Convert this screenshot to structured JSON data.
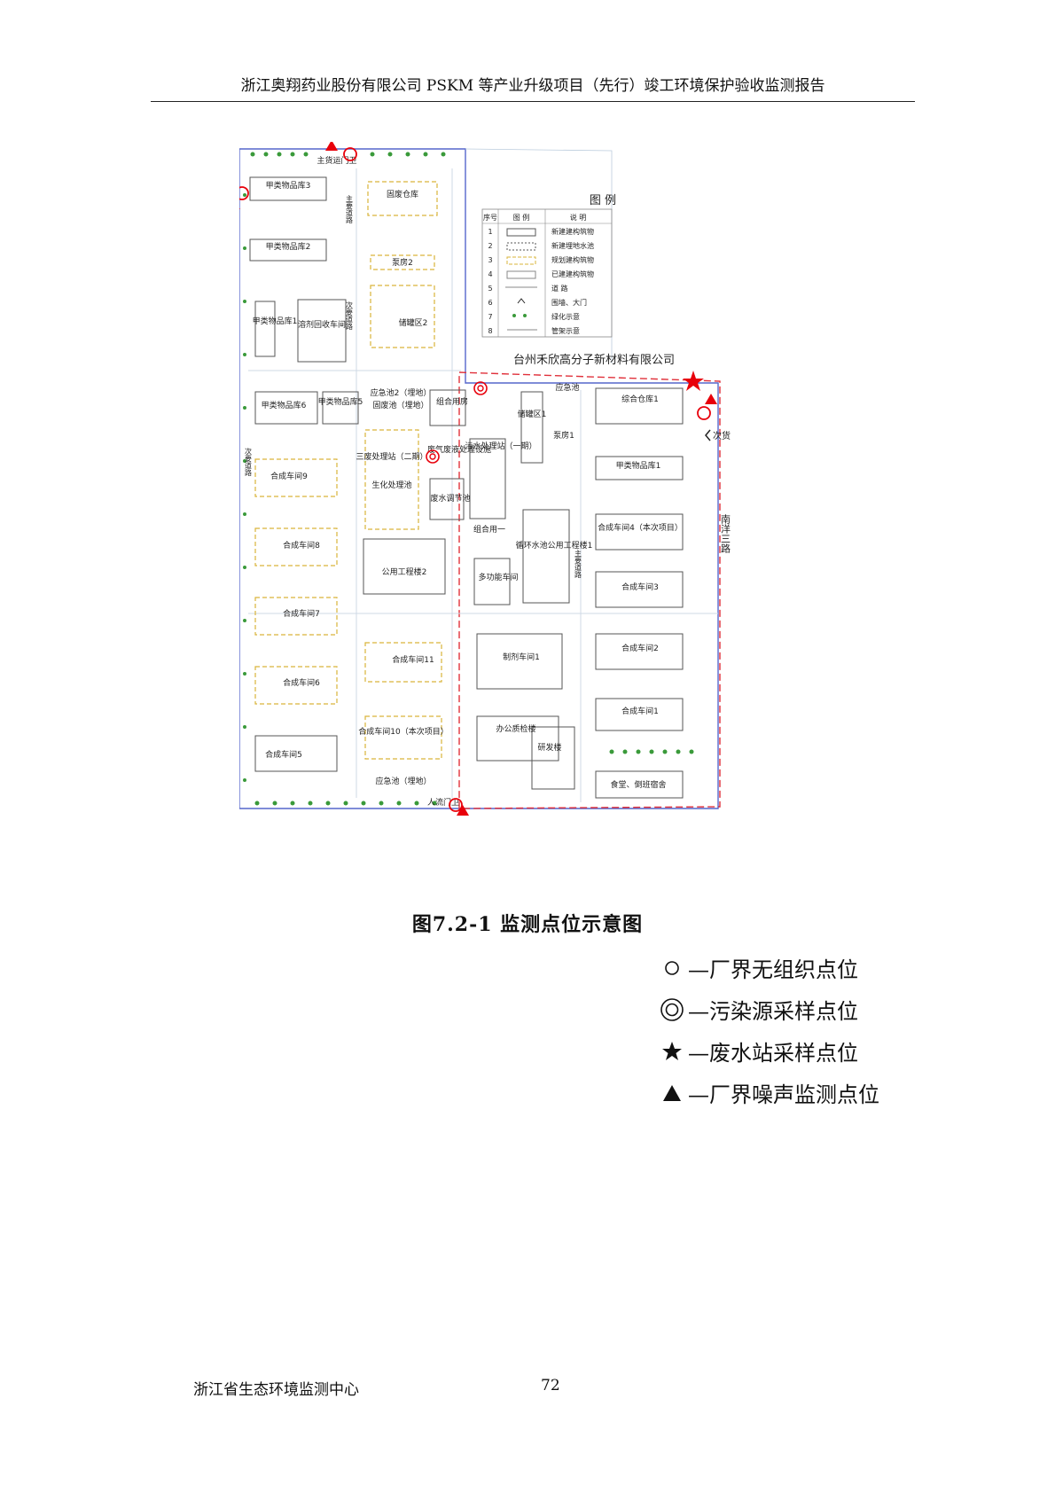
{
  "header": {
    "title": "浙江奥翔药业股份有限公司 PSKM 等产业升级项目（先行）竣工环境保护验收监测报告"
  },
  "plan": {
    "neighbor_company": "台州禾欣高分子新材料有限公司",
    "road_right": "南洋三路",
    "secondary_gate": "次货",
    "buildings": {
      "b1": "甲类物品库3",
      "b2": "固废仓库",
      "b3": "甲类物品库2",
      "b4": "泵房2",
      "b5": "甲类物品库1",
      "b6": "溶剂回收车间",
      "b7": "储罐区2",
      "b8": "甲类物品库6",
      "b9": "甲类物品库5",
      "b10": "应急池2（埋地）",
      "b11": "固废池（埋地）",
      "b12": "组合用房",
      "b13": "三废处理站（二期）",
      "b14": "生化处理池",
      "b15": "废水调节池",
      "b16": "合成车间9",
      "b17": "合成车间8",
      "b18": "公用工程楼2",
      "b19": "合成车间7",
      "b20": "合成车间11",
      "b21": "合成车间6",
      "b22": "合成车间10（本次项目）",
      "b23": "合成车间5",
      "b24": "应急池（埋地）",
      "b25": "废气废液处理设施",
      "b26": "污水处理站（一期）",
      "b27": "储罐区1",
      "b28": "应急池",
      "b29": "泵房1",
      "b30": "综合仓库1",
      "b31": "甲类物品库1",
      "b32": "合成车间4（本次项目）",
      "b33": "循环水池公用工程楼1",
      "b34": "多功能车间",
      "b35": "合成车间3",
      "b36": "制剂车间1",
      "b37": "合成车间2",
      "b38": "合成车间1",
      "b39": "办公质检楼",
      "b40": "研发楼",
      "b41": "食堂、倒班宿舍",
      "b42": "主货运门卫",
      "b43": "人流门卫",
      "b44": "组合用一"
    },
    "roads": {
      "r1": "主要道路",
      "r2": "次要道路",
      "r3": "次要道路",
      "r4": "主要道路"
    },
    "plan_legend": {
      "title": "图 例",
      "col_no": "序号",
      "col_sym": "图 例",
      "col_desc": "说 明",
      "rows": [
        {
          "no": "1",
          "desc": "新建建构筑物"
        },
        {
          "no": "2",
          "desc": "新建埋地水池"
        },
        {
          "no": "3",
          "desc": "规划建构筑物"
        },
        {
          "no": "4",
          "desc": "已建建构筑物"
        },
        {
          "no": "5",
          "desc": "道 路"
        },
        {
          "no": "6",
          "desc": "围墙、大门"
        },
        {
          "no": "7",
          "desc": "绿化示意"
        },
        {
          "no": "8",
          "desc": "管架示意"
        }
      ]
    }
  },
  "caption": "图7.2-1  监测点位示意图",
  "legend": [
    {
      "icon": "circle-icon",
      "text": "—厂界无组织点位"
    },
    {
      "icon": "double-circle-icon",
      "text": "—污染源采样点位"
    },
    {
      "icon": "star-icon",
      "text": "—废水站采样点位"
    },
    {
      "icon": "triangle-icon",
      "text": "—厂界噪声监测点位"
    }
  ],
  "footer": {
    "org": "浙江省生态环境监测中心",
    "page": "72"
  },
  "colors": {
    "marker": "#e8000b",
    "wall_blue": "#5566cc",
    "wall_red": "#e0303a",
    "planned": "#d9b43a",
    "tree": "#3a9a3a"
  }
}
